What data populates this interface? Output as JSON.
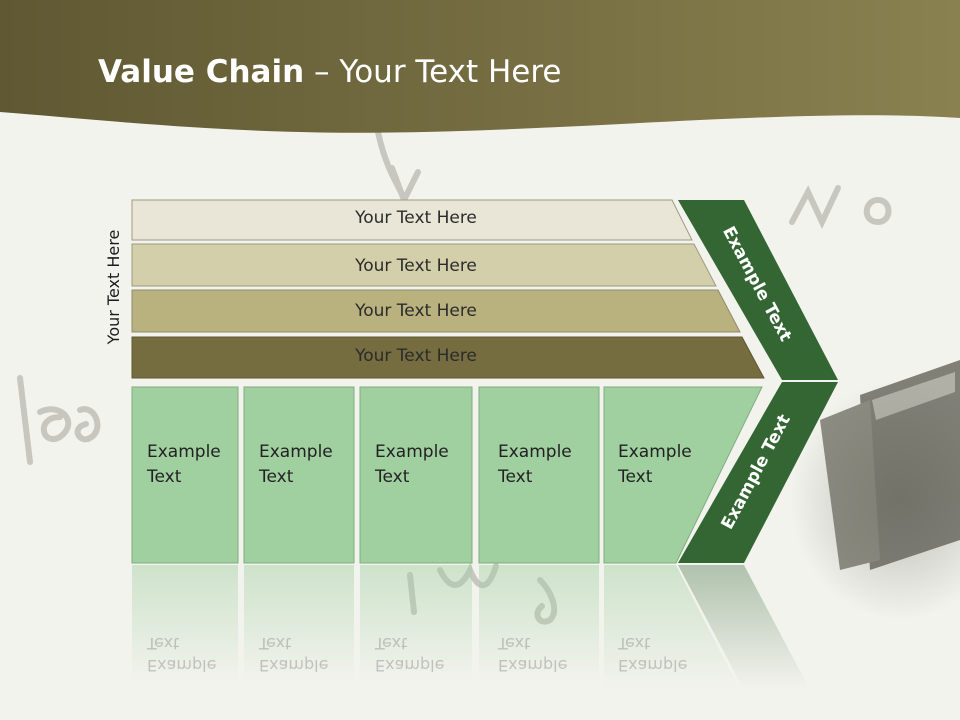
{
  "slide": {
    "title_bold": "Value Chain",
    "title_rest": " – Your Text Here",
    "side_label": "Your Text Here",
    "bands": [
      {
        "label": "Your Text Here",
        "color": "#e9e6d7"
      },
      {
        "label": "Your Text Here",
        "color": "#d4cfab"
      },
      {
        "label": "Your Text Here",
        "color": "#b9b27f"
      },
      {
        "label": "Your Text Here",
        "color": "#756c3f"
      }
    ],
    "boxes": [
      {
        "line1": "Example",
        "line2": "Text"
      },
      {
        "line1": "Example",
        "line2": "Text"
      },
      {
        "line1": "Example",
        "line2": "Text"
      },
      {
        "line1": "Example",
        "line2": "Text"
      },
      {
        "line1": "Example",
        "line2": "Text"
      }
    ],
    "chevron_top_label": "Example Text",
    "chevron_bottom_label": "Example Text",
    "colors": {
      "header": "#6e6637",
      "box_green": "#a0cfa0",
      "chevron_green": "#336633"
    }
  }
}
